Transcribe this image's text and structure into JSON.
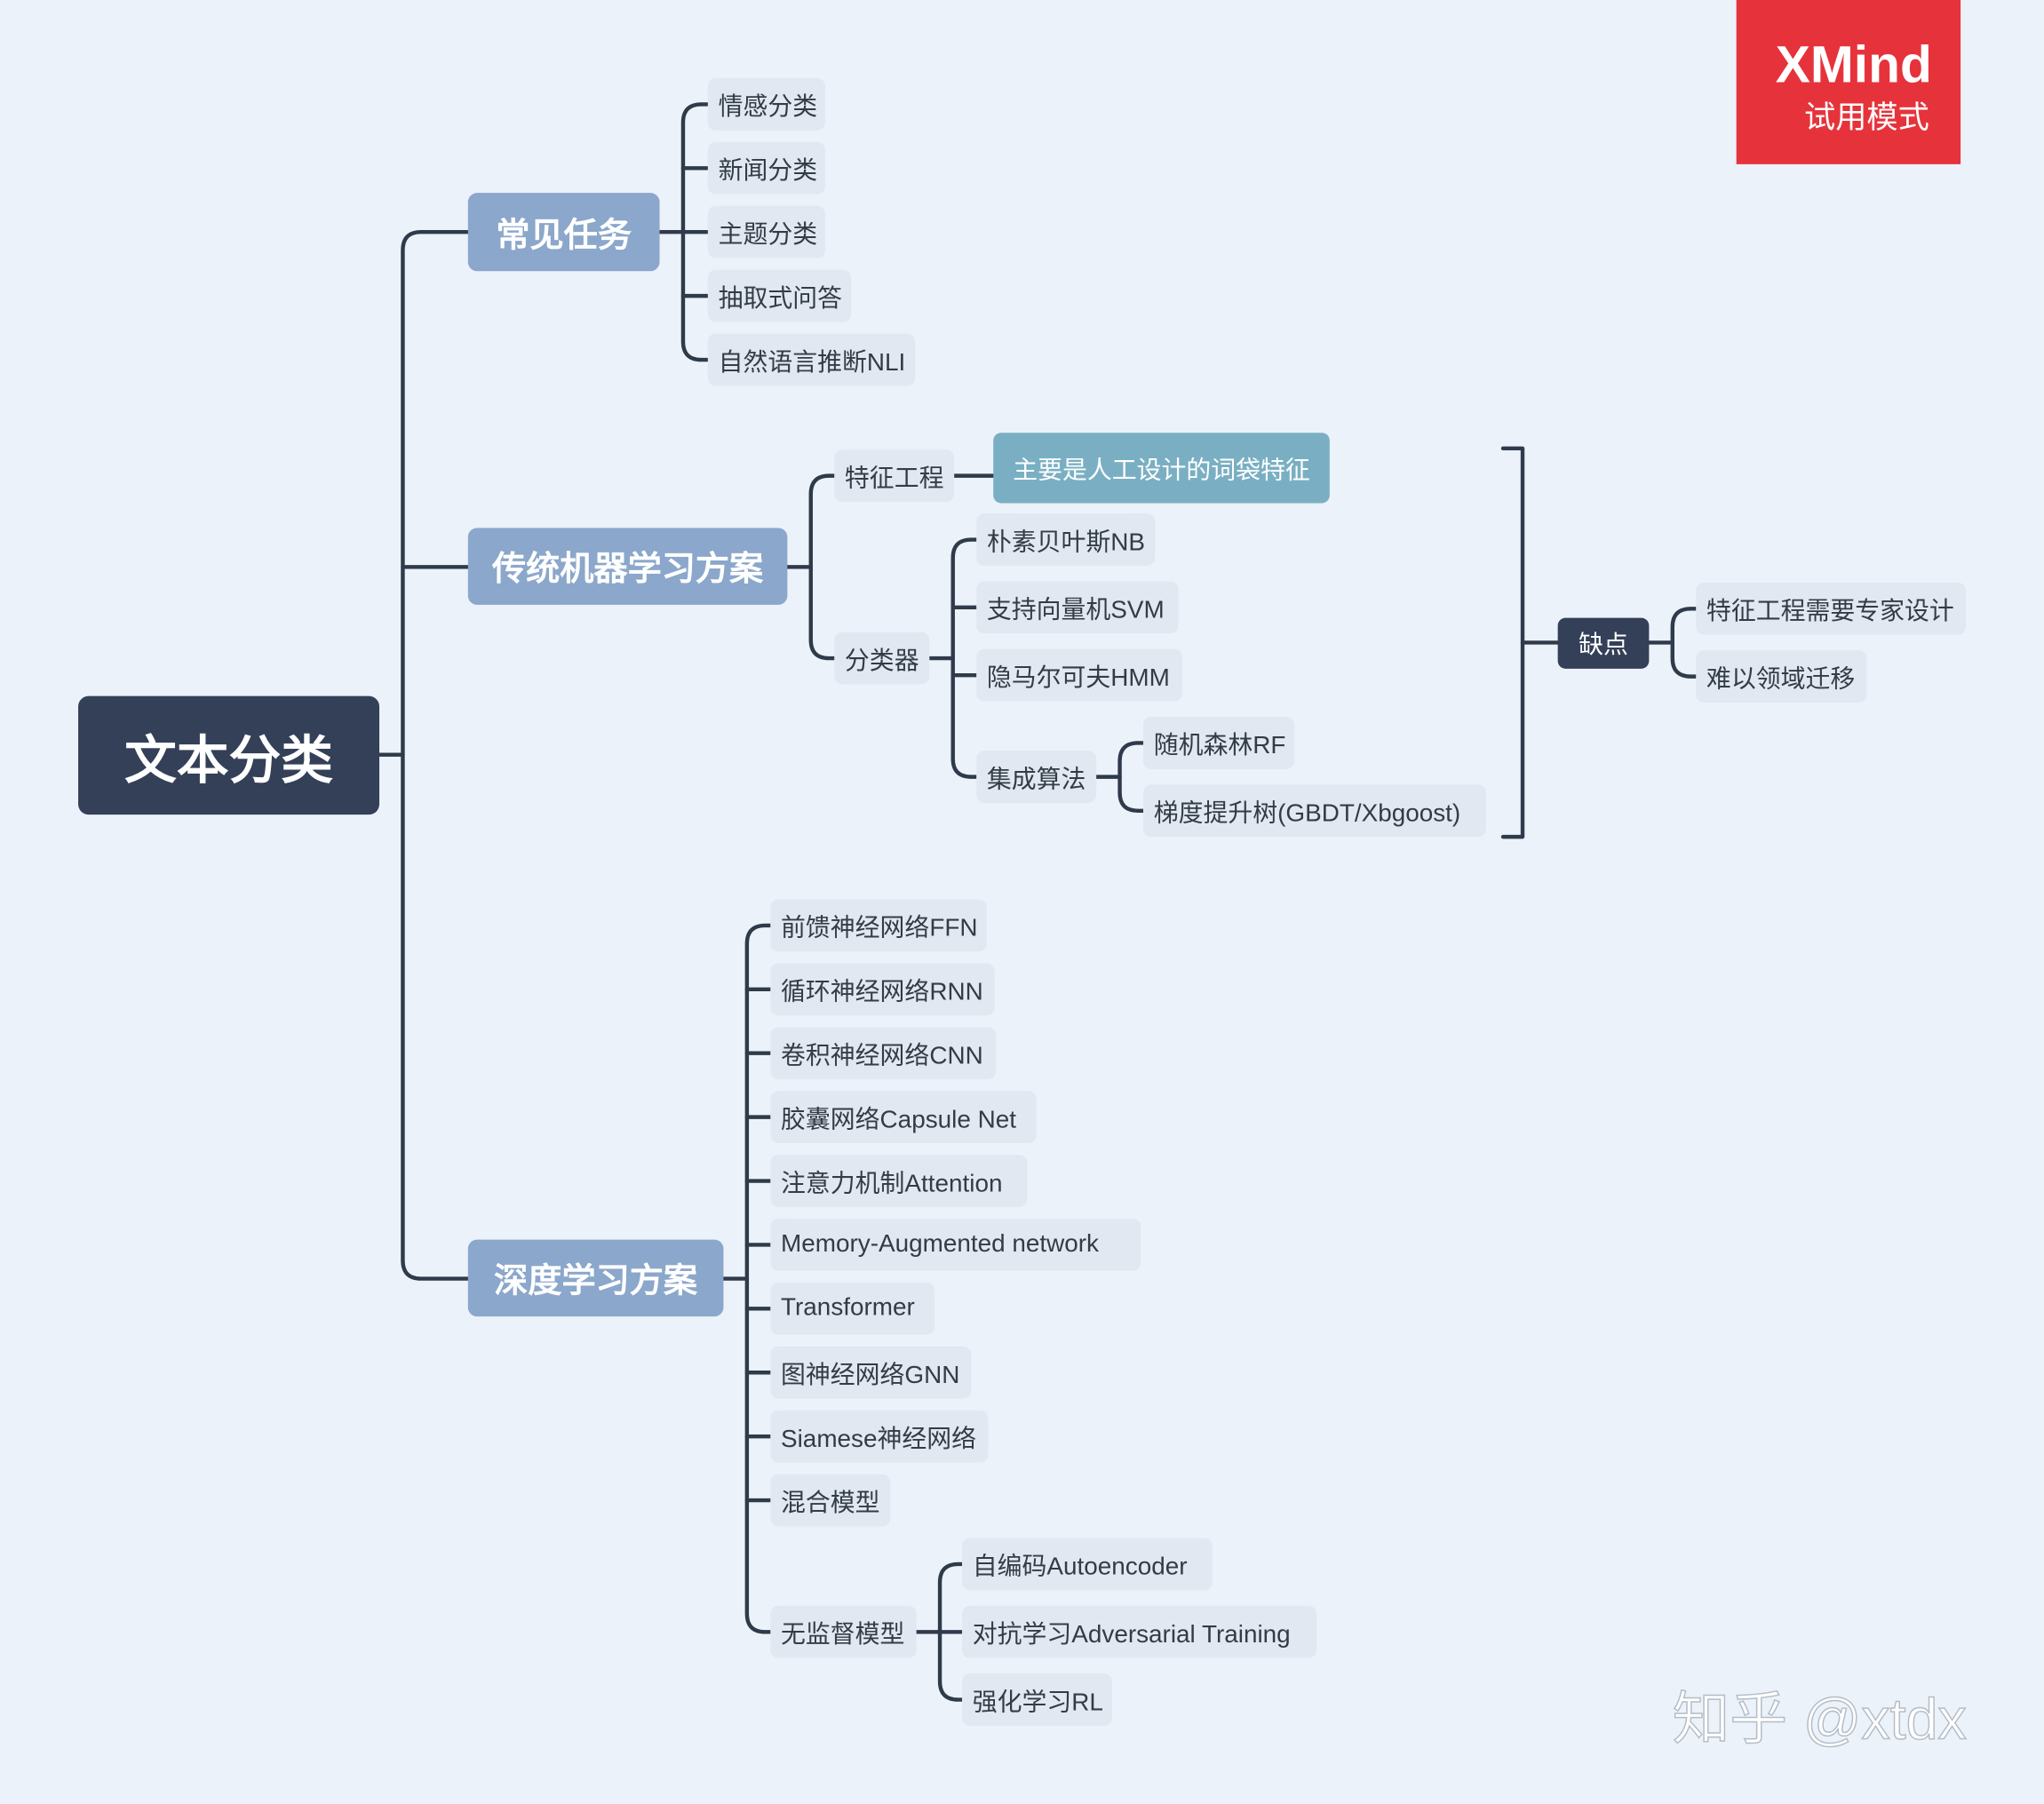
{
  "badge": {
    "brand": "XMind",
    "mode": "试用模式"
  },
  "root": {
    "label": "文本分类"
  },
  "branches": [
    {
      "label": "常见任务",
      "children": [
        {
          "label": "情感分类"
        },
        {
          "label": "新闻分类"
        },
        {
          "label": "主题分类"
        },
        {
          "label": "抽取式问答"
        },
        {
          "label": "自然语言推断NLI"
        }
      ]
    },
    {
      "label": "传统机器学习方案",
      "children": [
        {
          "label": "特征工程",
          "children": [
            {
              "label": "主要是人工设计的词袋特征"
            }
          ]
        },
        {
          "label": "分类器",
          "children": [
            {
              "label": "朴素贝叶斯NB"
            },
            {
              "label": "支持向量机SVM"
            },
            {
              "label": "隐马尔可夫HMM"
            },
            {
              "label": "集成算法",
              "children": [
                {
                  "label": "随机森林RF"
                },
                {
                  "label": "梯度提升树(GBDT/Xbgoost)"
                }
              ]
            }
          ]
        }
      ],
      "summary": {
        "label": "缺点",
        "children": [
          {
            "label": "特征工程需要专家设计"
          },
          {
            "label": "难以领域迁移"
          }
        ]
      }
    },
    {
      "label": "深度学习方案",
      "children": [
        {
          "label": "前馈神经网络FFN"
        },
        {
          "label": "循环神经网络RNN"
        },
        {
          "label": "卷积神经网络CNN"
        },
        {
          "label": "胶囊网络Capsule Net"
        },
        {
          "label": "注意力机制Attention"
        },
        {
          "label": "Memory-Augmented network"
        },
        {
          "label": "Transformer"
        },
        {
          "label": "图神经网络GNN"
        },
        {
          "label": "Siamese神经网络"
        },
        {
          "label": "混合模型"
        },
        {
          "label": "无监督模型",
          "children": [
            {
              "label": "自编码Autoencoder"
            },
            {
              "label": "对抗学习Adversarial Training"
            },
            {
              "label": "强化学习RL"
            }
          ]
        }
      ]
    }
  ],
  "watermark": "知乎 @xtdx",
  "colors": {
    "bg": "#ebf2fa",
    "root": "#344058",
    "branch": "#8ba7cb",
    "node": "#e1e8f1",
    "highlight": "#7aafc3",
    "connector": "#2f3a4a",
    "badge": "#e6333b"
  }
}
